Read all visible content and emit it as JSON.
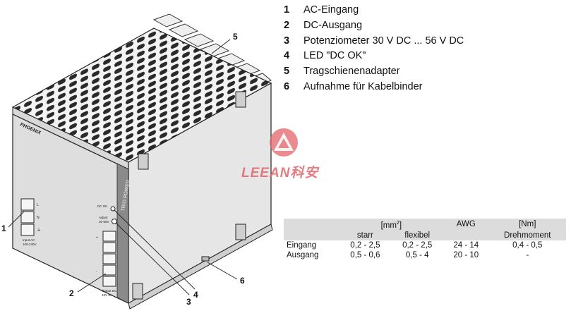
{
  "legend": [
    {
      "num": "1",
      "text": "AC-Eingang"
    },
    {
      "num": "2",
      "text": "DC-Ausgang"
    },
    {
      "num": "3",
      "text": "Potenziometer 30 V DC ... 56 V DC"
    },
    {
      "num": "4",
      "text": "LED \"DC OK\""
    },
    {
      "num": "5",
      "text": "Tragschienenadapter"
    },
    {
      "num": "6",
      "text": "Aufnahme für Kabelbinder"
    }
  ],
  "callouts": {
    "c1": "1",
    "c2": "2",
    "c3": "3",
    "c4": "4",
    "c5": "5",
    "c6": "6"
  },
  "device_labels": {
    "brand": "PHOENIX",
    "series": "TRIO POWER",
    "dc_ok": "DC OK",
    "adjust": "Adjust",
    "adjust_range": "30-56V",
    "input": "Input AC",
    "input_range": "100-240V",
    "output": "Output DC",
    "output_range": "48V 5A",
    "term_l": "L",
    "term_n": "N",
    "term_pe": "⏚",
    "out_plus": "+",
    "out_minus": "-"
  },
  "watermark": {
    "text": "LEEAN科安",
    "color": "#e2646a"
  },
  "table": {
    "unit_mm2": "[mm",
    "unit_mm2_sup": "2",
    "unit_mm2_close": "]",
    "unit_awg": "AWG",
    "unit_nm": "[Nm]",
    "sub_starr": "starr",
    "sub_flexibel": "flexibel",
    "sub_drehmoment": "Drehmoment",
    "rows": [
      {
        "label": "Eingang",
        "starr": "0,2 - 2,5",
        "flexibel": "0,2 - 2,5",
        "awg": "24 - 14",
        "nm": "0,4 - 0,5"
      },
      {
        "label": "Ausgang",
        "starr": "0,5 - 0,6",
        "flexibel": "0,5 - 4",
        "awg": "20 - 10",
        "nm": "-"
      }
    ]
  }
}
